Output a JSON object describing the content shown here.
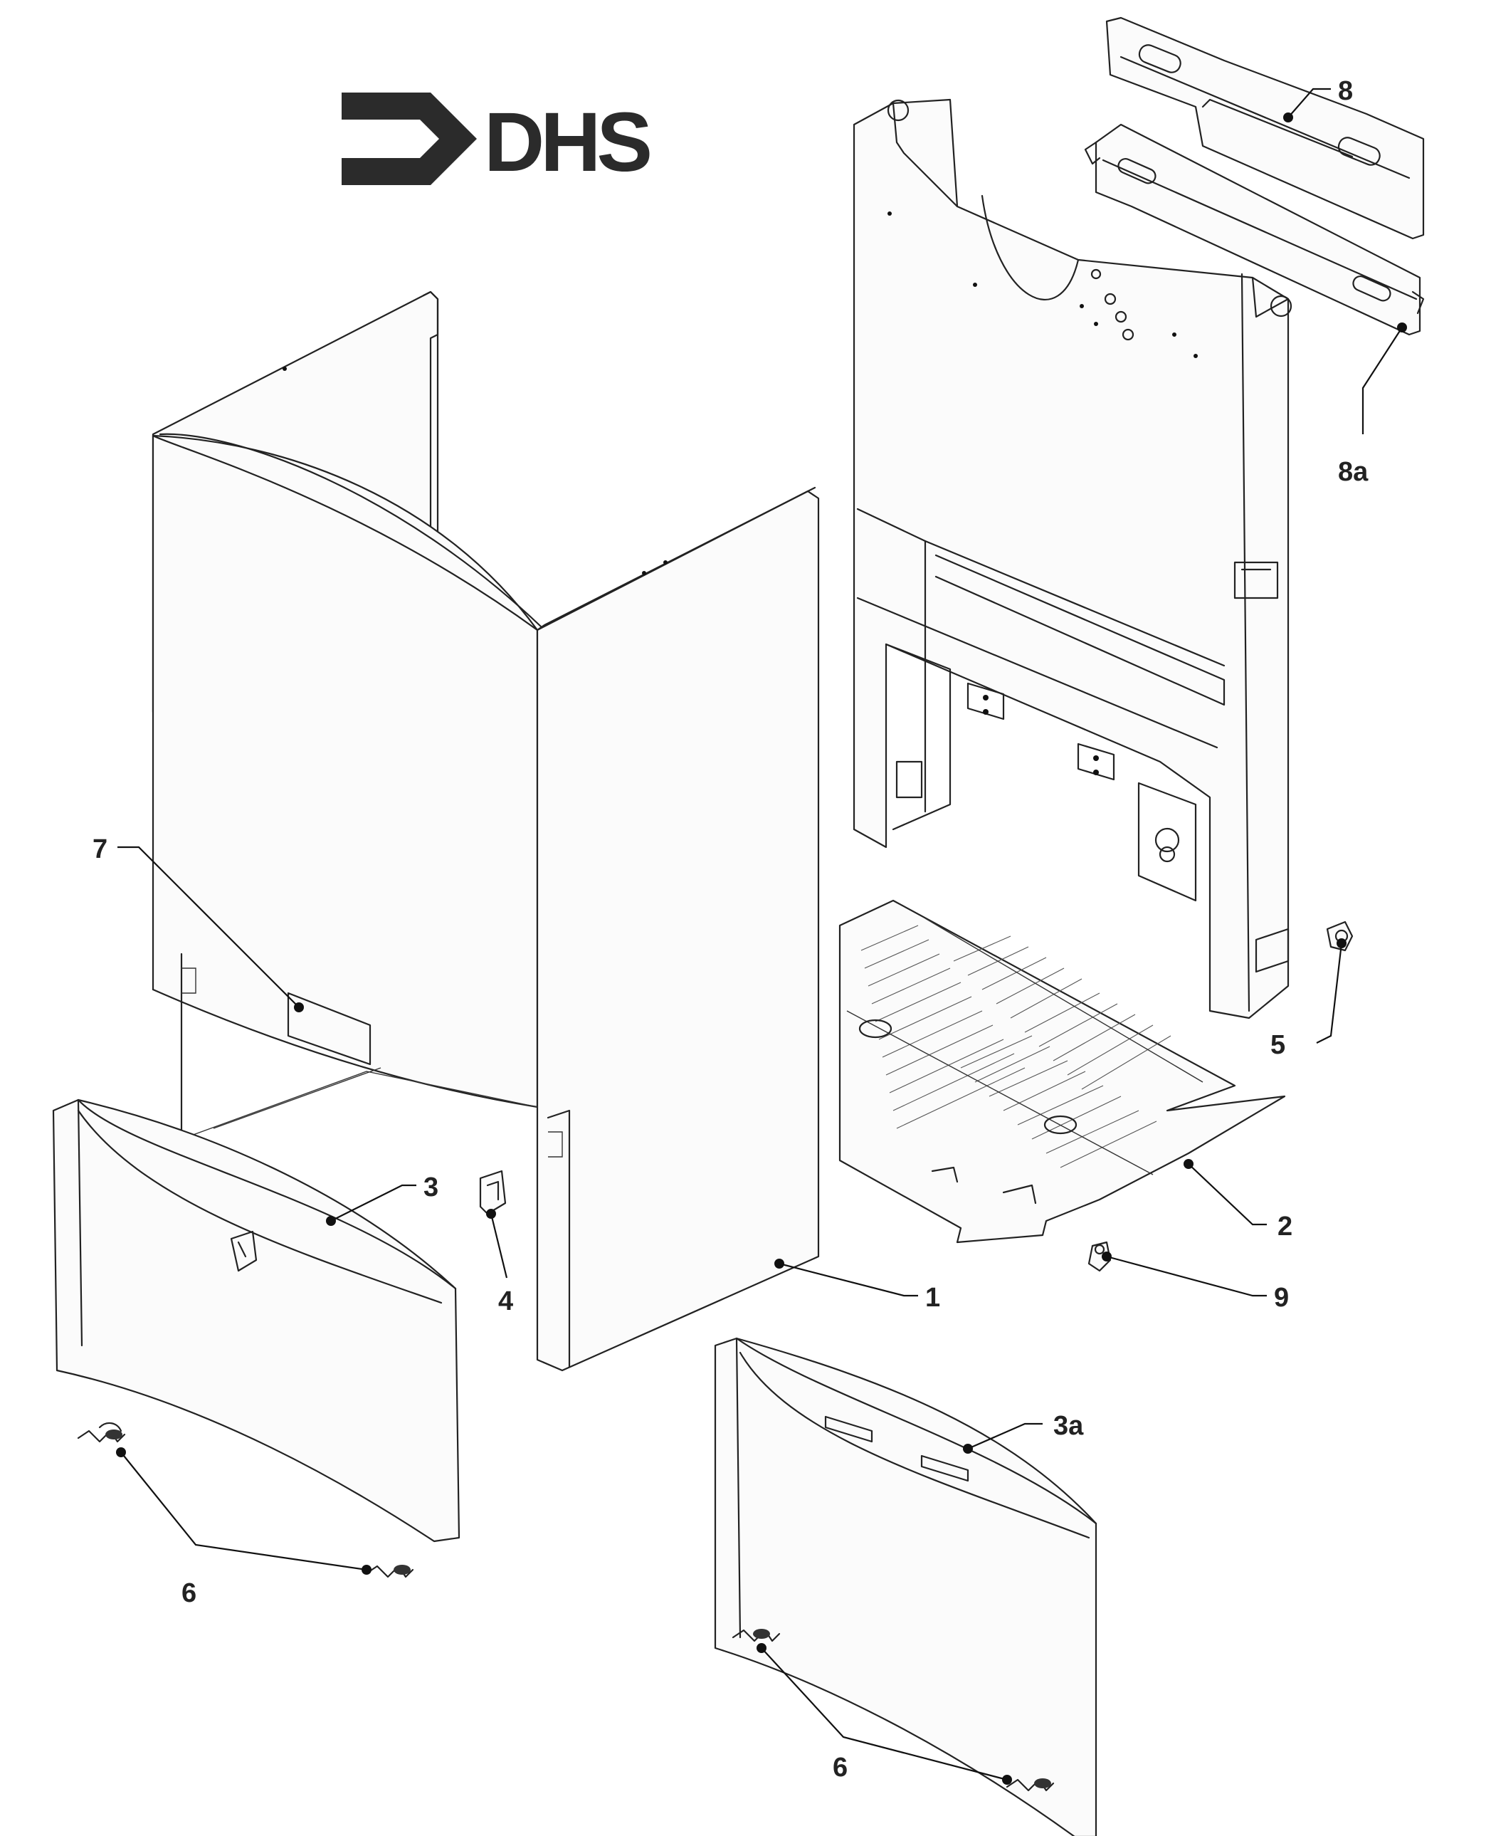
{
  "logo": {
    "text": "DHS"
  },
  "callouts": {
    "c1": "1",
    "c2": "2",
    "c3": "3",
    "c3a": "3a",
    "c4": "4",
    "c5": "5",
    "c6_left": "6",
    "c6_right": "6",
    "c7": "7",
    "c8": "8",
    "c8a": "8a",
    "c9": "9"
  }
}
